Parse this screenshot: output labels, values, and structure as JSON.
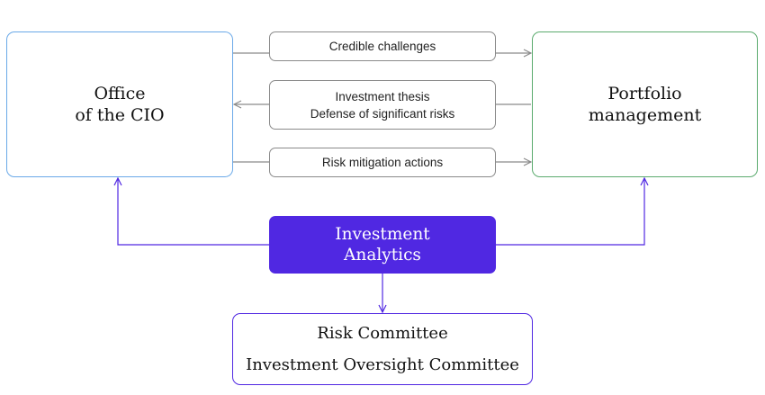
{
  "nodes": {
    "office_cio": {
      "lines": [
        "Office",
        "of the CIO"
      ],
      "border_color": "#6aa9e8"
    },
    "portfolio_management": {
      "lines": [
        "Portfolio",
        "management"
      ],
      "border_color": "#5bab6e"
    },
    "investment_analytics": {
      "lines": [
        "Investment",
        "Analytics"
      ],
      "fill_color": "#5028e2"
    },
    "committees": {
      "lines": [
        "Risk Committee",
        "Investment Oversight Committee"
      ],
      "border_color": "#5028e2"
    }
  },
  "messages": [
    {
      "lines": [
        "Credible challenges"
      ],
      "direction": "cio-to-portfolio"
    },
    {
      "lines": [
        "Investment thesis",
        "Defense of significant risks"
      ],
      "direction": "portfolio-to-cio"
    },
    {
      "lines": [
        "Risk mitigation actions"
      ],
      "direction": "cio-to-portfolio"
    }
  ],
  "colors": {
    "message_arrow": "#8a8a8a",
    "analytics_arrow": "#5028e2"
  }
}
